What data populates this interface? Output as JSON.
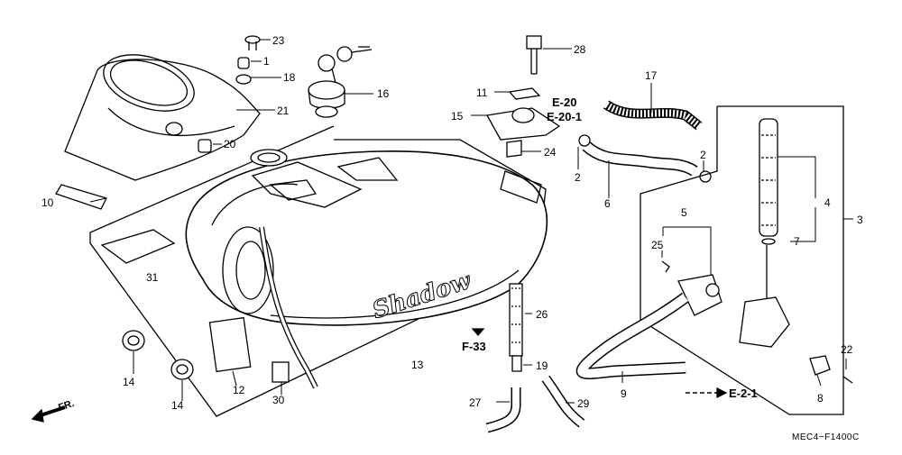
{
  "diagram": {
    "part_numbers": [
      "1",
      "2",
      "3",
      "4",
      "5",
      "6",
      "7",
      "8",
      "9",
      "10",
      "11",
      "12",
      "13",
      "14",
      "15",
      "16",
      "17",
      "18",
      "19",
      "20",
      "21",
      "22",
      "23",
      "24",
      "25",
      "26",
      "27",
      "28",
      "29",
      "30",
      "31"
    ],
    "labels": {
      "n23": "23",
      "n1": "1",
      "n18": "18",
      "n21": "21",
      "n20": "20",
      "n16": "16",
      "n28": "28",
      "n11": "11",
      "n15": "15",
      "n24": "24",
      "n17": "17",
      "n2a": "2",
      "n2b": "2",
      "n6": "6",
      "n4": "4",
      "n3": "3",
      "n7": "7",
      "n5": "5",
      "n25": "25",
      "n10": "10",
      "n31": "31",
      "n26": "26",
      "n19": "19",
      "n27": "27",
      "n29": "29",
      "n9": "9",
      "n8": "8",
      "n22": "22",
      "n14a": "14",
      "n14b": "14",
      "n12": "12",
      "n30": "30",
      "n13": "13"
    },
    "refs": {
      "e20": "E-20",
      "e201": "E-20-1",
      "f33": "F-33",
      "e21": "E-2-1",
      "fr": "FR."
    },
    "tank_logo": "Shadow",
    "drawing_code": "MEC4−F1400C"
  }
}
